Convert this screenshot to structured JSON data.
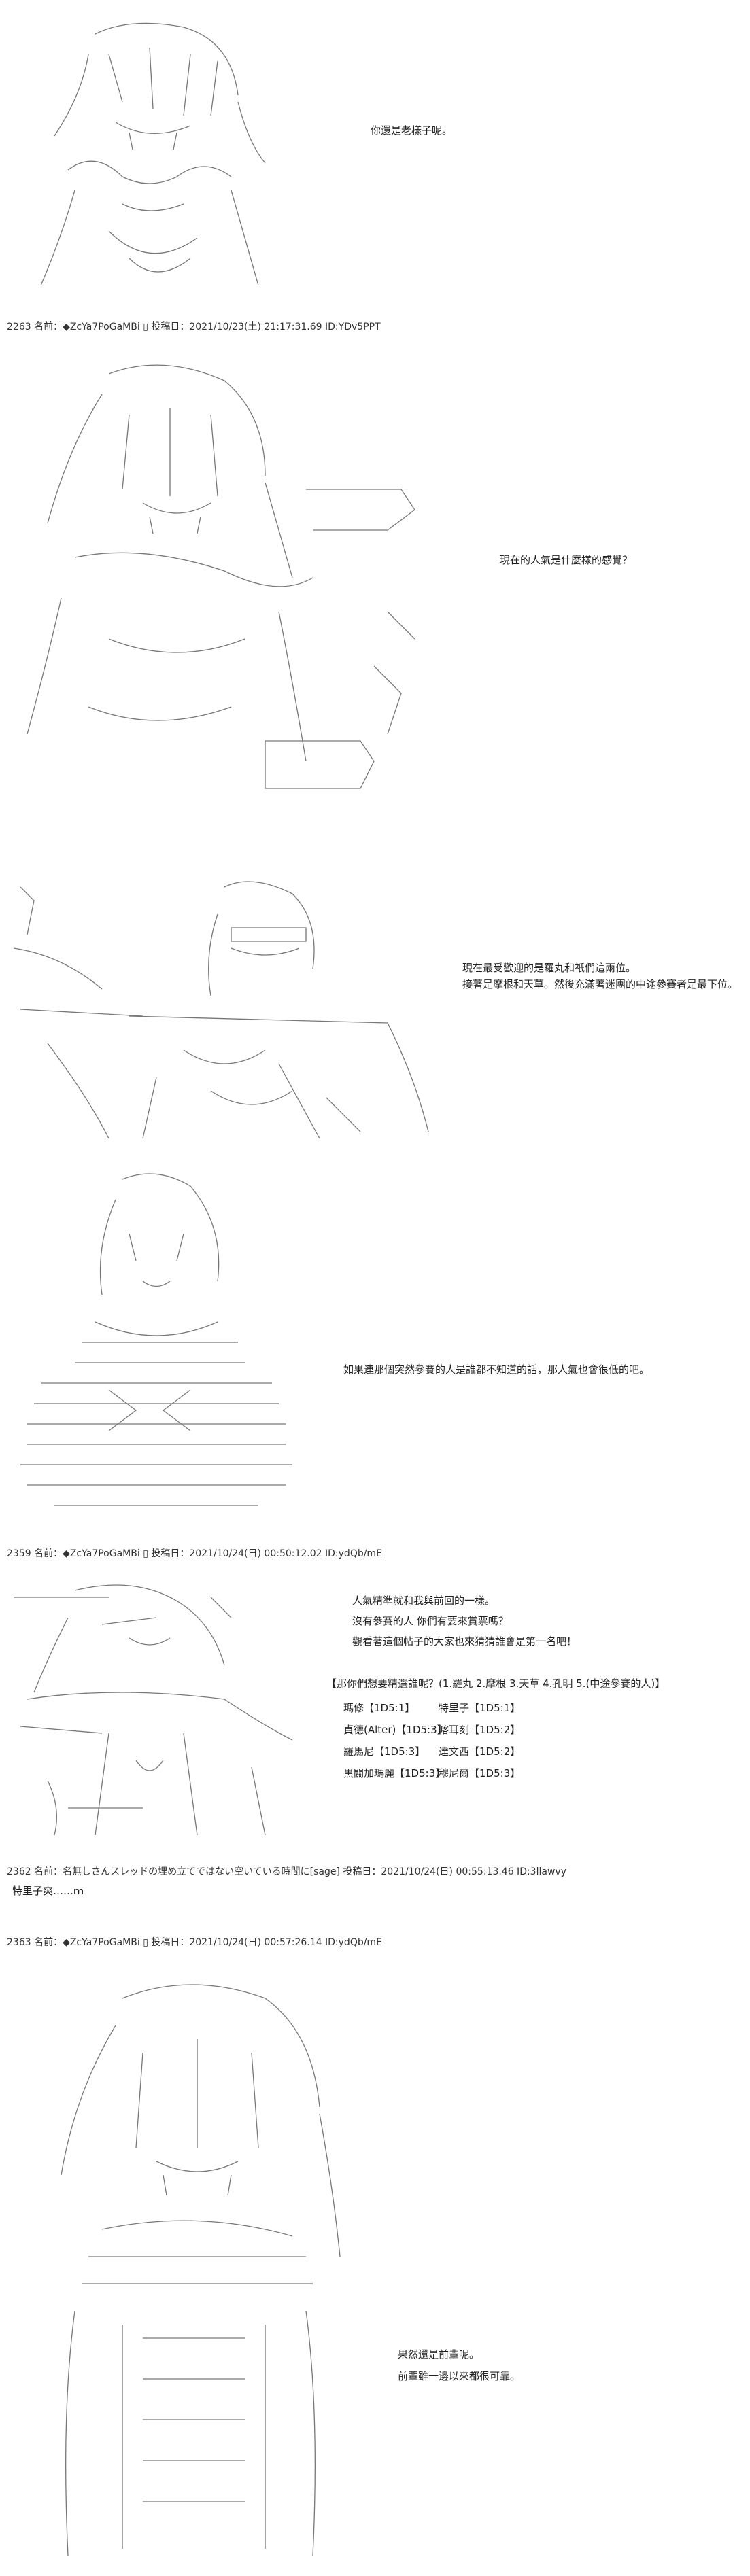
{
  "posts": [
    {
      "header": "",
      "lines": [
        "你還是老樣子呢。"
      ]
    },
    {
      "header": "2263 名前：◆ZcYa7PoGaMBi ▯ 投稿日：2021/10/23(土) 21:17:31.69 ID:YDv5PPT",
      "lines": [
        "現在的人氣是什麼樣的感覺？"
      ]
    },
    {
      "header": "",
      "lines": [
        "現在最受歡迎的是羅丸和祇們這兩位。",
        "接著是摩根和天草。然後充滿著迷團的中途參賽者是最下位。"
      ]
    },
    {
      "header": "",
      "lines": [
        "如果連那個突然參賽的人是誰都不知道的話，那人氣也會很低的吧。"
      ]
    },
    {
      "header": "2359 名前：◆ZcYa7PoGaMBi ▯ 投稿日：2021/10/24(日) 00:50:12.02 ID:ydQb/mE",
      "lines": [
        "人氣精準就和我與前回的一樣。",
        "沒有參賽的人 你們有要來賞票嗎？",
        "觀看著這個帖子的大家也來猜猜誰會是第一名吧！"
      ],
      "poll_title": "【那你們想要精選誰呢？(1.羅丸 2.摩根 3.天草 4.孔明 5.(中途參賽的人)】",
      "poll": [
        [
          "瑪修【1D5:1】",
          "特里子【1D5:1】"
        ],
        [
          "貞德(Alter)【1D5:3】",
          "喀耳刻【1D5:2】"
        ],
        [
          "羅馬尼【1D5:3】",
          "達文西【1D5:2】"
        ],
        [
          "黒關加瑪麗【1D5:3】",
          "穆尼爾【1D5:3】"
        ]
      ]
    },
    {
      "header": "2362 名前：名無しさんスレッドの埋め立てではない空いている時間に[sage] 投稿日：2021/10/24(日) 00:55:13.46 ID:3llawvy",
      "lines": [
        "特里子爽……ｍ"
      ]
    },
    {
      "header": "2363 名前：◆ZcYa7PoGaMBi ▯ 投稿日：2021/10/24(日) 00:57:26.14 ID:ydQb/mE",
      "lines": [
        "果然還是前輩呢。",
        "前輩雖一邊以來都很可靠。"
      ]
    }
  ],
  "colors": {
    "background": "#ffffff",
    "text": "#222222",
    "art": "#6e6e6e"
  }
}
